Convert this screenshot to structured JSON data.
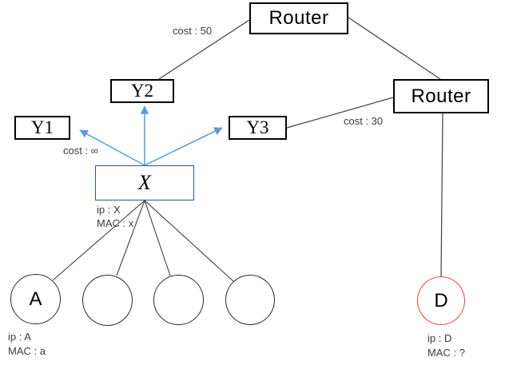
{
  "diagram": {
    "nodes": {
      "router_top": {
        "label": "Router"
      },
      "router_right": {
        "label": "Router"
      },
      "y1": {
        "label": "Y1"
      },
      "y2": {
        "label": "Y2"
      },
      "y3": {
        "label": "Y3"
      },
      "x_switch": {
        "label": "X",
        "ip": "ip : X",
        "mac": "MAC : x"
      },
      "host_a": {
        "label": "A",
        "ip": "ip : A",
        "mac": "MAC : a"
      },
      "host_d": {
        "label": "D",
        "ip": "ip : D",
        "mac": "MAC : ?"
      }
    },
    "edge_labels": {
      "cost_to_router": "cost : 50",
      "cost_to_y1": "cost : ∞",
      "cost_to_y3": "cost : 30"
    },
    "colors": {
      "arrow_blue": "#5b9bd5",
      "x_box_border": "#2f5496",
      "d_circle_border": "#e8453c",
      "edge_line": "#3f3f3f"
    }
  }
}
